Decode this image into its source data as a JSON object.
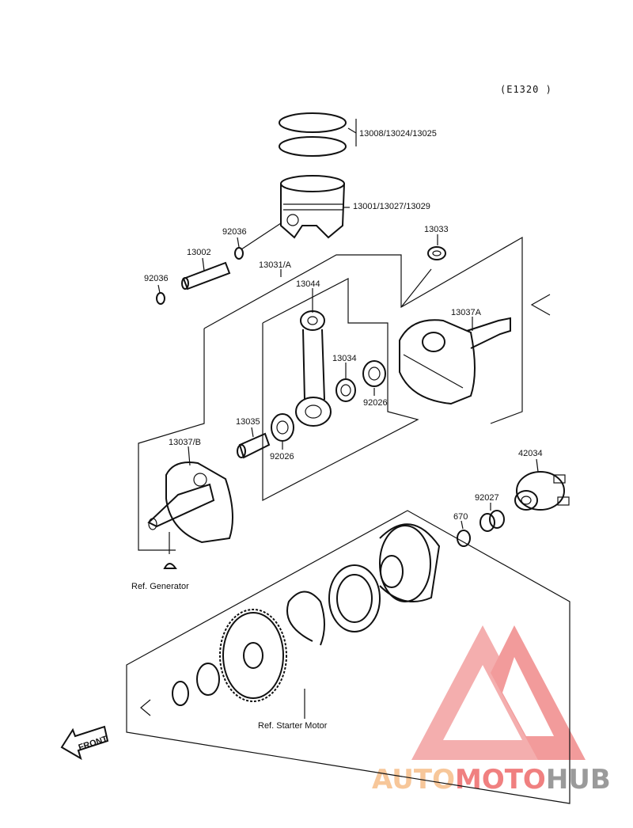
{
  "diagram": {
    "code": "(E1320 )",
    "parts": [
      {
        "id": "p-rings",
        "label": "13008/13024/13025"
      },
      {
        "id": "p-piston",
        "label": "13001/13027/13029"
      },
      {
        "id": "p-clip-upper",
        "label": "92036"
      },
      {
        "id": "p-pin",
        "label": "13002"
      },
      {
        "id": "p-clip-lower",
        "label": "92036"
      },
      {
        "id": "p-assy",
        "label": "13031/A"
      },
      {
        "id": "p-conrod",
        "label": "13044"
      },
      {
        "id": "p-upper-bearing",
        "label": "13033"
      },
      {
        "id": "p-crank-a",
        "label": "13037A"
      },
      {
        "id": "p-bearing",
        "label": "13034"
      },
      {
        "id": "p-washer-a",
        "label": "92026"
      },
      {
        "id": "p-crankpin",
        "label": "13035"
      },
      {
        "id": "p-washer-b",
        "label": "92026"
      },
      {
        "id": "p-crank-b",
        "label": "13037/B"
      },
      {
        "id": "p-hub",
        "label": "42034"
      },
      {
        "id": "p-collar",
        "label": "92027"
      },
      {
        "id": "p-oring",
        "label": "670"
      }
    ],
    "refs": {
      "generator": "Ref. Generator",
      "starter": "Ref. Starter Motor"
    },
    "front_label": "FRONT"
  },
  "watermark": {
    "part1": "AUTO",
    "part2": "MOTO",
    "part3": "HUB",
    "color_light": "#f7c79a",
    "color_red": "#f08080",
    "color_gray": "#9a9a9a"
  }
}
